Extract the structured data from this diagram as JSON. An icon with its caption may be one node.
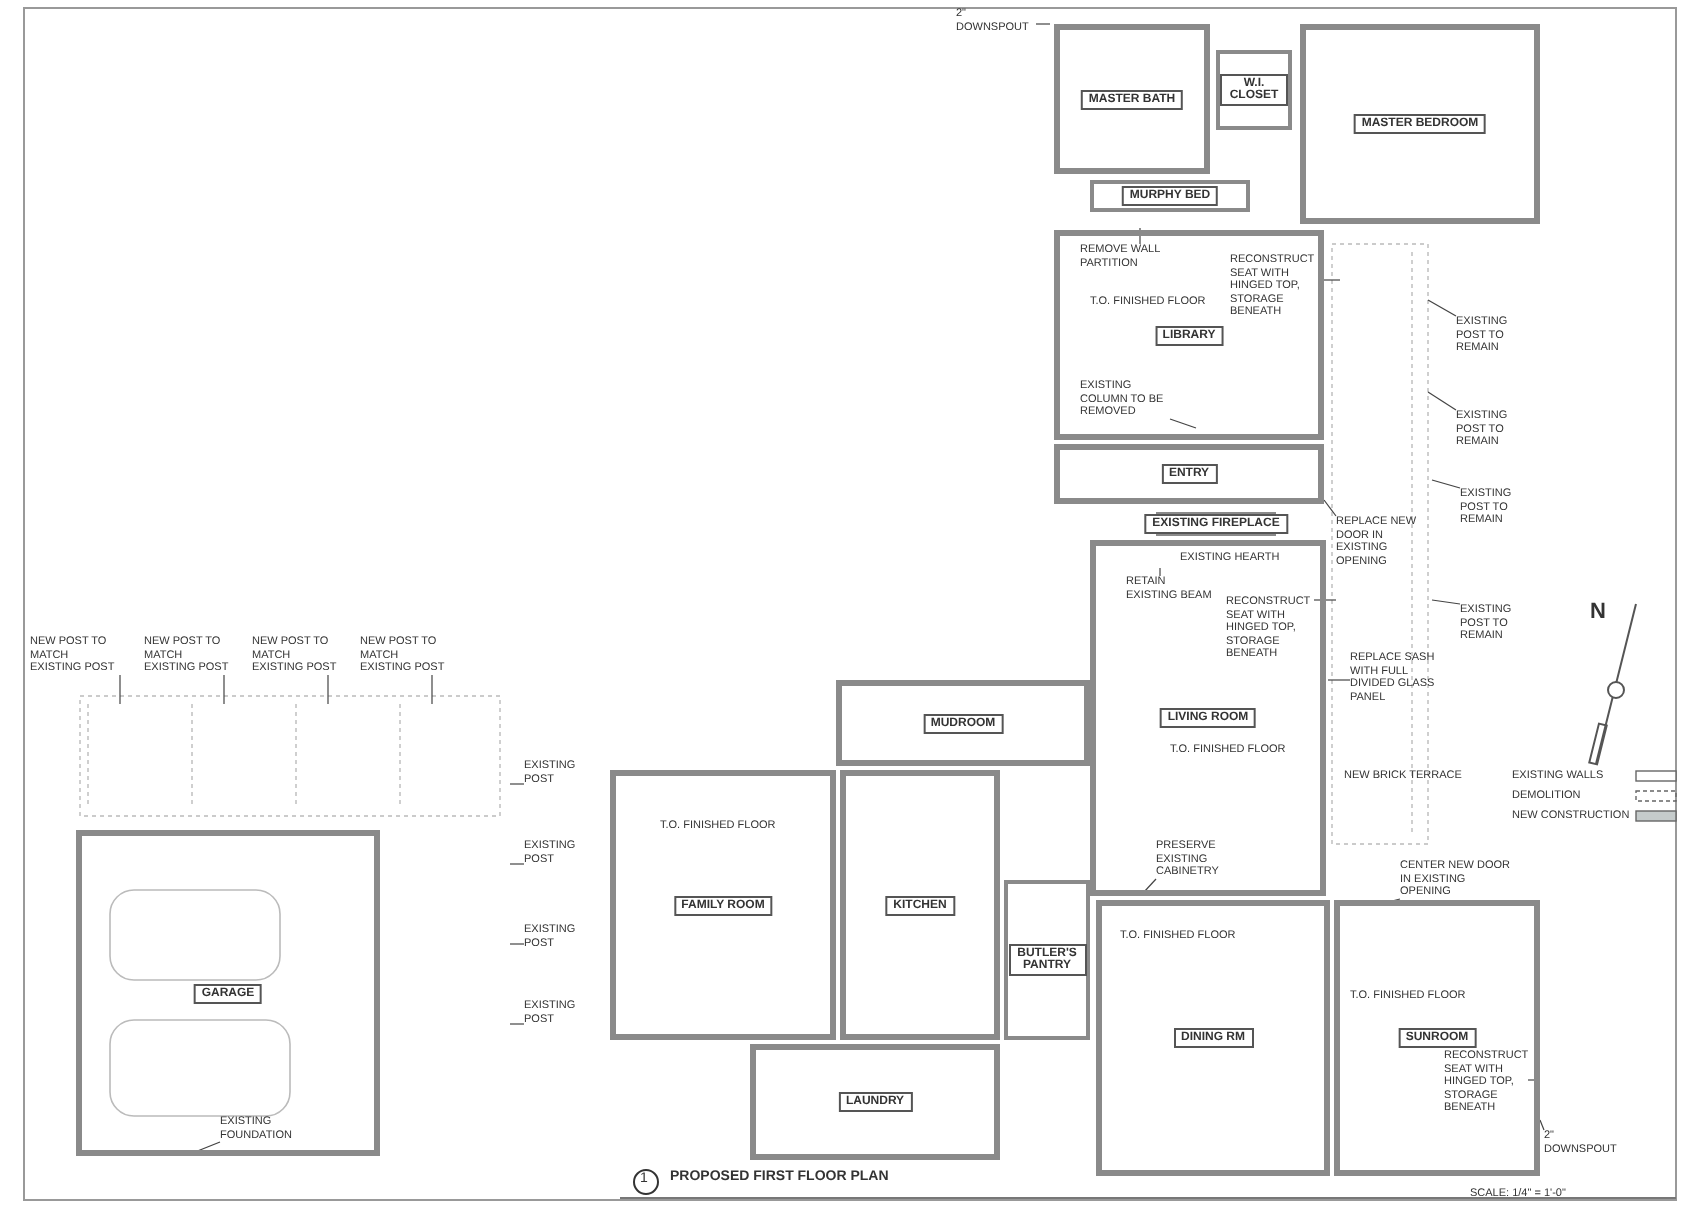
{
  "diagram": {
    "title": "PROPOSED FIRST FLOOR PLAN",
    "nodes": [
      {
        "text": [
          "MASTER BATH"
        ]
      },
      {
        "text": [
          "W.I. CLOSET"
        ]
      },
      {
        "text": [
          "MURPHY BED"
        ]
      },
      {
        "text": [
          "MASTER BEDROOM"
        ]
      },
      {
        "text": [
          "LIBRARY"
        ]
      },
      {
        "text": [
          "ENTRY"
        ]
      },
      {
        "text": [
          "EXISTING FIREPLACE"
        ]
      },
      {
        "text": [
          "LIVING ROOM"
        ]
      },
      {
        "text": [
          "MUDROOM"
        ]
      },
      {
        "text": [
          "FAMILY ROOM"
        ]
      },
      {
        "text": [
          "KITCHEN"
        ]
      },
      {
        "text": [
          "BUTLER'S PANTRY"
        ]
      },
      {
        "text": [
          "GARAGE"
        ]
      },
      {
        "text": [
          "LAUNDRY"
        ]
      },
      {
        "text": [
          "DINING RM"
        ]
      },
      {
        "text": [
          "SUNROOM"
        ]
      },
      {
        "text": [
          "NEW POST TO MATCH EXISTING POST"
        ]
      },
      {
        "text": [
          "NEW POST TO MATCH EXISTING POST"
        ]
      },
      {
        "text": [
          "NEW POST TO MATCH EXISTING POST"
        ]
      },
      {
        "text": [
          "NEW POST TO MATCH EXISTING POST"
        ]
      },
      {
        "text": [
          "EXISTING POST"
        ]
      },
      {
        "text": [
          "EXISTING POST"
        ]
      },
      {
        "text": [
          "EXISTING POST"
        ]
      },
      {
        "text": [
          "EXISTING POST"
        ]
      },
      {
        "text": [
          "2\" DOWNSPOUT"
        ]
      },
      {
        "text": [
          "EXISTING POST TO REMAIN"
        ]
      },
      {
        "text": [
          "EXISTING POST TO REMAIN"
        ]
      },
      {
        "text": [
          "EXISTING POST TO REMAIN"
        ]
      },
      {
        "text": [
          "EXISTING POST TO REMAIN"
        ]
      },
      {
        "text": [
          "REPLACE SASH WITH FULL DIVIDED GLASS PANEL"
        ]
      },
      {
        "text": [
          "REPLACE NEW DOOR IN EXISTING OPENING"
        ]
      },
      {
        "text": [
          "RECONSTRUCT SEAT WITH HINGED TOP, STORAGE BENEATH"
        ],
        "in": 4
      },
      {
        "text": [
          "RECONSTRUCT SEAT WITH HINGED TOP, STORAGE BENEATH"
        ],
        "in": 7
      },
      {
        "text": [
          "RECONSTRUCT SEAT WITH HINGED TOP, STORAGE BENEATH"
        ],
        "in": 15
      },
      {
        "text": [
          "EXISTING COLUMN TO BE REMOVED"
        ],
        "in": 4
      },
      {
        "text": [
          "REMOVE WALL PARTITION"
        ],
        "in": 4
      },
      {
        "text": [
          "RETAIN EXISTING BEAM"
        ],
        "in": 7
      },
      {
        "text": [
          "PRESERVE EXISTING CABINETRY"
        ],
        "in": 7
      },
      {
        "text": [
          "CENTER NEW DOOR IN EXISTING OPENING"
        ]
      },
      {
        "text": [
          "EXISTING FOUNDATION"
        ],
        "in": 12
      },
      {
        "text": [
          "2\" DOWNSPOUT"
        ]
      }
    ],
    "edges": [
      {
        "from": 16,
        "to": null,
        "arrow": "none"
      },
      {
        "from": 17,
        "to": null,
        "arrow": "none"
      },
      {
        "from": 18,
        "to": null,
        "arrow": "none"
      },
      {
        "from": 19,
        "to": null,
        "arrow": "none"
      },
      {
        "from": 20,
        "to": null,
        "arrow": "none"
      },
      {
        "from": 21,
        "to": null,
        "arrow": "none"
      },
      {
        "from": 22,
        "to": null,
        "arrow": "none"
      },
      {
        "from": 23,
        "to": null,
        "arrow": "none"
      },
      {
        "from": 24,
        "to": null,
        "arrow": "none"
      },
      {
        "from": 25,
        "to": null,
        "arrow": "none"
      },
      {
        "from": 26,
        "to": null,
        "arrow": "none"
      },
      {
        "from": 27,
        "to": null,
        "arrow": "none"
      },
      {
        "from": 28,
        "to": null,
        "arrow": "none"
      },
      {
        "from": 29,
        "to": null,
        "arrow": "none"
      },
      {
        "from": 30,
        "to": null,
        "arrow": "none"
      },
      {
        "from": 31,
        "to": null,
        "arrow": "none"
      },
      {
        "from": 32,
        "to": null,
        "arrow": "none"
      },
      {
        "from": 33,
        "to": null,
        "arrow": "none"
      },
      {
        "from": 34,
        "to": null,
        "arrow": "none"
      },
      {
        "from": 35,
        "to": null,
        "arrow": "none"
      },
      {
        "from": 36,
        "to": null,
        "arrow": "none"
      },
      {
        "from": 37,
        "to": null,
        "arrow": "none"
      },
      {
        "from": 38,
        "to": null,
        "arrow": "none"
      },
      {
        "from": 39,
        "to": null,
        "arrow": "none"
      },
      {
        "from": 40,
        "to": null,
        "arrow": "none"
      }
    ],
    "labels": [
      "T.O. FINISHED FLOOR",
      "EXISTING HEARTH",
      "NEW BRICK TERRACE",
      "T.O. FINISHED FLOOR",
      "T.O. FINISHED FLOOR",
      "T.O. FINISHED FLOOR",
      "T.O. FINISHED FLOOR",
      "N",
      "1",
      "SCALE: 1/4\" = 1'-0\""
    ],
    "legend": [
      {
        "text": "EXISTING WALLS",
        "color": "#ffffff"
      },
      {
        "text": "DEMOLITION"
      },
      {
        "text": "NEW CONSTRUCTION",
        "color": "#c5cbcb"
      }
    ]
  }
}
